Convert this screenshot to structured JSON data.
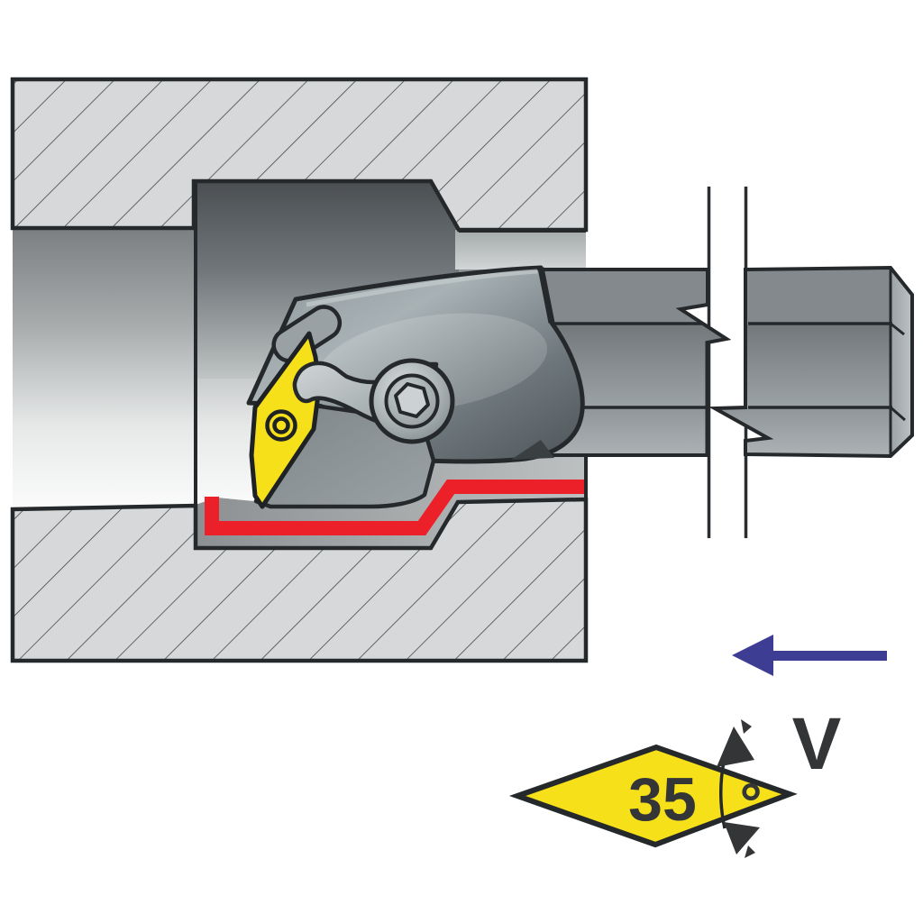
{
  "figure": {
    "type": "technical-diagram",
    "subject": "Boring bar with lever-clamped 35-degree diamond insert internal turning a stepped bore",
    "labels": {
      "insert_angle_value": "35",
      "degree_symbol": "°",
      "velocity": "V"
    },
    "colors": {
      "insert_yellow": "#f6e01a",
      "toolpath_red": "#ec2028",
      "feed_arrow_blue": "#3d3d94",
      "outline_dark": "#26292b",
      "hatch_fill": "#d6d8d9"
    },
    "parts": {
      "workpiece": "sectioned workpiece with internal bore",
      "bore": "bore interior surface",
      "boring_bar": "cylindrical boring bar with break symbol",
      "tool_head": "insert clamping head",
      "clamp": "top clamp lever",
      "clamp_screw": "hex socket clamp screw",
      "insert": "35-degree diamond (V) insert",
      "toolpath": "machined contour line",
      "feed_arrow": "feed direction arrow",
      "angle_symbol": "insert shape with included angle dimension"
    }
  }
}
